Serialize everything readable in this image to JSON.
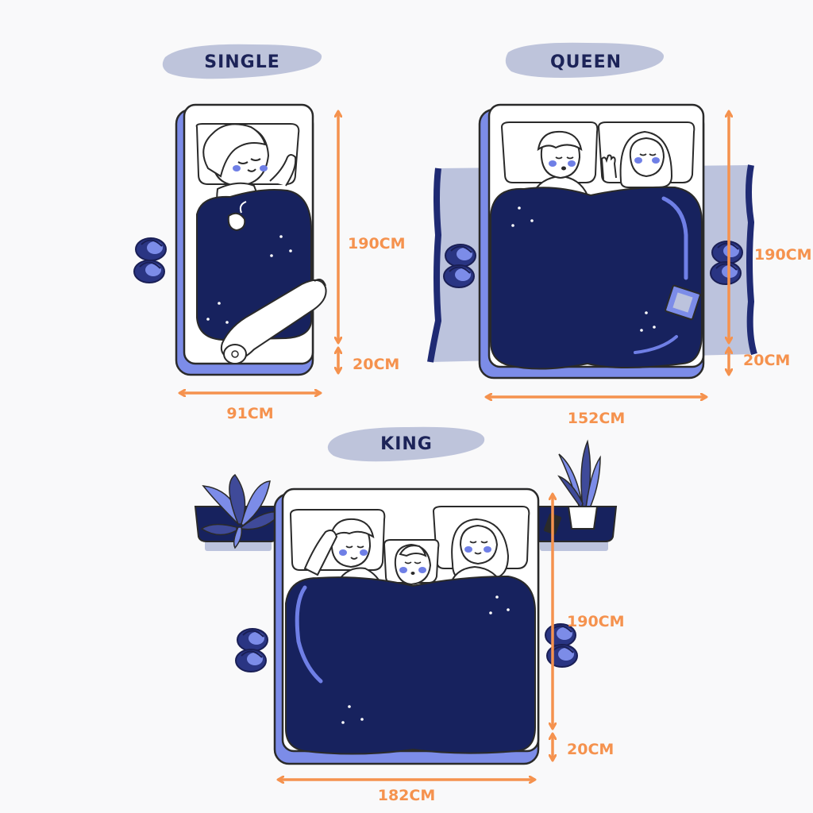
{
  "colors": {
    "background": "#f9f9fa",
    "label_pill": "#bec4db",
    "label_text": "#1c2358",
    "blanket": "#17225e",
    "bed_base": "#7c8ce8",
    "rug": "#bcc3dd",
    "outline": "#2a2a2a",
    "dimension": "#f5924e",
    "blush": "#6f7fe6",
    "white": "#ffffff"
  },
  "beds": {
    "single": {
      "name": "SINGLE",
      "width": "91CM",
      "length": "190CM",
      "height": "20CM"
    },
    "queen": {
      "name": "QUEEN",
      "width": "152CM",
      "length": "190CM",
      "height": "20CM"
    },
    "king": {
      "name": "KING",
      "width": "182CM",
      "length": "190CM",
      "height": "20CM"
    }
  },
  "icons": [
    "slippers-icon",
    "potted-plant-icon",
    "book-icon",
    "phone-icon",
    "pillow-icon",
    "blanket-icon"
  ]
}
